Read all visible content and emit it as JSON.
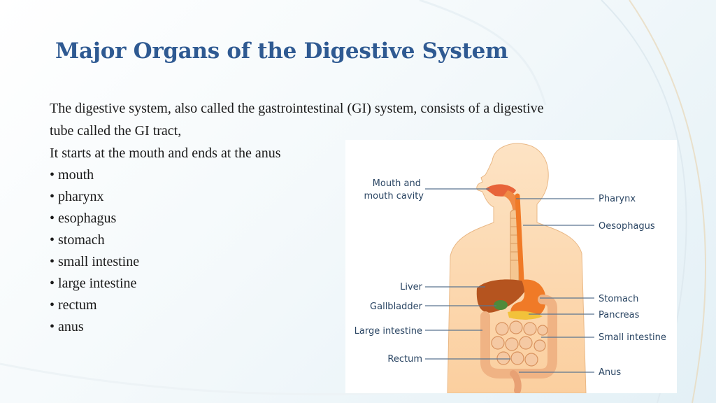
{
  "slide": {
    "title": "Major Organs of the Digestive System",
    "intro_line1": "The digestive system, also called the gastrointestinal (GI) system, consists of a digestive",
    "intro_line2": "tube called the GI tract,",
    "intro_line3": "It starts at the mouth and ends at the anus",
    "bullets": [
      "mouth",
      "pharynx",
      "esophagus",
      "stomach",
      "small intestine",
      "large intestine",
      "rectum",
      "anus"
    ]
  },
  "diagram": {
    "labels_left": {
      "mouth_line1": "Mouth and",
      "mouth_line2": "mouth cavity",
      "liver": "Liver",
      "gallbladder": "Gallbladder",
      "large_intestine": "Large intestine",
      "rectum": "Rectum"
    },
    "labels_right": {
      "pharynx": "Pharynx",
      "oesophagus": "Oesophagus",
      "stomach": "Stomach",
      "pancreas": "Pancreas",
      "small_intestine": "Small intestine",
      "anus": "Anus"
    },
    "icons": [
      "human-torso-icon",
      "liver-icon",
      "stomach-icon",
      "intestine-icon"
    ]
  },
  "colors": {
    "title": "#2f5a92",
    "label_text": "#2a4563",
    "body_skin": "#fbd8b3",
    "organ_orange": "#f07a27",
    "liver": "#b5541f",
    "gallbladder": "#4f8a3a",
    "intestine": "#f0b384"
  }
}
